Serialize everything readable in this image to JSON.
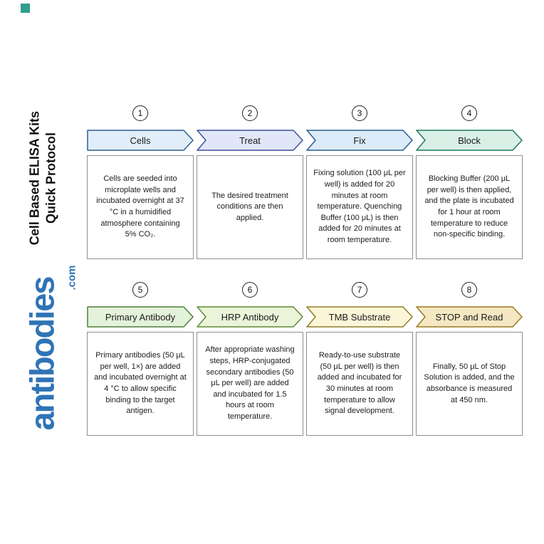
{
  "decor": {
    "corner_mark_color": "#2f9f8a"
  },
  "sidebar": {
    "title_line1": "Cell Based ELISA Kits",
    "title_line2": "Quick Protocol",
    "brand": "antibodies",
    "brand_suffix": ".com",
    "brand_color": "#2f74b5"
  },
  "steps": [
    {
      "number": "1",
      "label": "Cells",
      "description": "Cells are seeded into microplate wells and incubated overnight at 37 °C in a humidified atmosphere containing 5% CO₂.",
      "fill": "#e1eef9",
      "border": "#2d5f8f"
    },
    {
      "number": "2",
      "label": "Treat",
      "description": "The desired treatment conditions are then applied.",
      "fill": "#e1e7f9",
      "border": "#3f4f9c"
    },
    {
      "number": "3",
      "label": "Fix",
      "description": "Fixing solution (100 μL per well) is added for 20 minutes at room temperature. Quenching Buffer (100 μL) is then added for 20 minutes at room temperature.",
      "fill": "#dcebf9",
      "border": "#2d5f8f"
    },
    {
      "number": "4",
      "label": "Block",
      "description": "Blocking Buffer (200 μL per well) is then applied, and the plate is incubated for 1 hour at room temperature to reduce non-specific binding.",
      "fill": "#d9f0e6",
      "border": "#1e7a5c"
    },
    {
      "number": "5",
      "label": "Primary Antibody",
      "description": "Primary antibodies (50 μL per well, 1×) are added and incubated overnight at 4 °C to allow specific binding to the target antigen.",
      "fill": "#e3f2da",
      "border": "#4c7f38"
    },
    {
      "number": "6",
      "label": "HRP Antibody",
      "description": "After appropriate washing steps, HRP-conjugated secondary antibodies (50 μL per well) are added and incubated for 1.5 hours at room temperature.",
      "fill": "#eaf4d9",
      "border": "#5f8a35"
    },
    {
      "number": "7",
      "label": "TMB Substrate",
      "description": "Ready-to-use substrate (50 μL per well) is then added and incubated for 30 minutes at room temperature to allow signal development.",
      "fill": "#fcf6d9",
      "border": "#8f7d28"
    },
    {
      "number": "8",
      "label": "STOP and Read",
      "description": "Finally, 50 μL of Stop Solution is added, and the absorbance is measured at 450 nm.",
      "fill": "#f4e7c2",
      "border": "#9a7a1f"
    }
  ]
}
